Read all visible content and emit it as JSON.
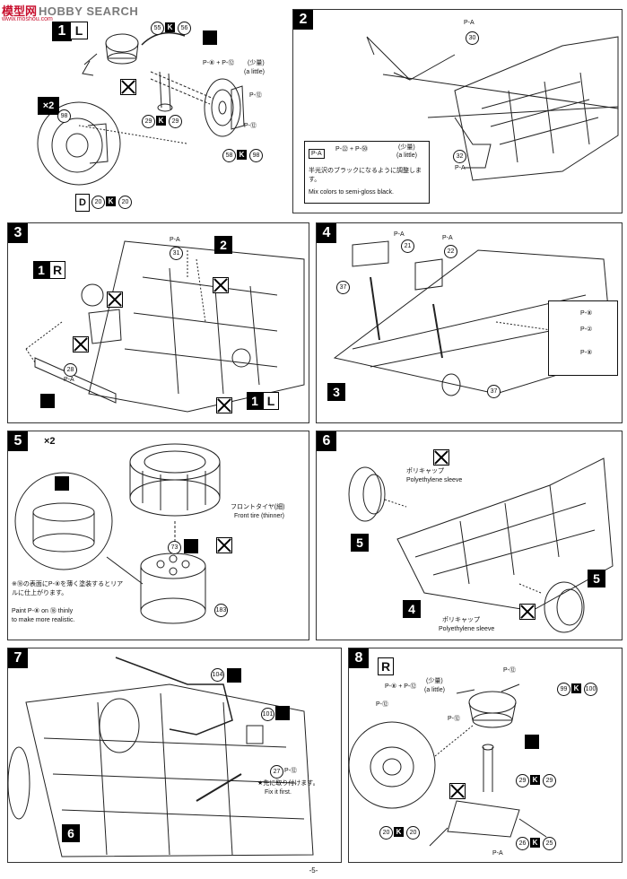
{
  "watermark": {
    "cn": "模型网",
    "en": "HOBBY SEARCH",
    "url": "www.moshou.com"
  },
  "page_number": "-5-",
  "steps": {
    "s1": {
      "num": "1",
      "side": "L",
      "x2": "×2",
      "d_label": "D",
      "parts": [
        "55",
        "56",
        "29",
        "29",
        "58",
        "98",
        "98",
        "20",
        "20"
      ],
      "paint_top": "P-⑧ + P-⑫",
      "little_jp": "(少量)",
      "little_en": "(a little)",
      "paint_a": "P-⑫",
      "paint_b": "P-⑫"
    },
    "s2": {
      "num": "2",
      "part_30": "30",
      "part_32": "32",
      "paint_a": "P-A",
      "paint_b": "P-A",
      "note_key": "P-A",
      "note_eq": "P-㉒ + P-㊿",
      "little_jp": "(少量)",
      "little_en": "(a little)",
      "note_jp": "半光沢のブラックになるように調整します。",
      "note_en": "Mix colors to semi-gloss black."
    },
    "s3": {
      "num": "3",
      "tag_1r": "1",
      "tag_r": "R",
      "tag_1l": "1",
      "tag_l": "L",
      "tag_2": "2",
      "part_31": "31",
      "part_28": "28",
      "paint_a": "P-A",
      "paint_b": "P-A"
    },
    "s4": {
      "num": "4",
      "tag_3": "3",
      "part_21": "21",
      "part_22": "22",
      "part_37a": "37",
      "part_37b": "37",
      "paint_a": "P-A",
      "paint_b": "P-A",
      "paint_c1": "P-⑧",
      "paint_c2": "P-②",
      "paint_c3": "P-⑧"
    },
    "s5": {
      "num": "5",
      "x2": "×2",
      "tire_jp": "フロントタイヤ(細)",
      "tire_en": "Front tire (thinner)",
      "part_73": "73",
      "part_183": "183",
      "paint_jp": "※⑱の表面にP-⑧を薄く塗装するとリアルに仕上がります。",
      "paint_en1": "Paint P-⑧ on ⑱ thinly",
      "paint_en2": "to make more realistic."
    },
    "s6": {
      "num": "6",
      "tag_5a": "5",
      "tag_5b": "5",
      "tag_4": "4",
      "poly_jp_a": "ポリキャップ",
      "poly_en_a": "Polyethylene sleeve",
      "poly_jp_b": "ポリキャップ",
      "poly_en_b": "Polyethylene sleeve"
    },
    "s7": {
      "num": "7",
      "tag_6": "6",
      "part_104": "104",
      "part_101": "101",
      "part_27": "27",
      "paint": "P-⑫",
      "fix_jp": "★先に取り付けます。",
      "fix_en": "Fix it first."
    },
    "s8": {
      "num": "8",
      "tag_r": "R",
      "paint_top": "P-⑧ + P-⑫",
      "little_jp": "(少量)",
      "little_en": "(a little)",
      "paint_a": "P-⑫",
      "paint_b": "P-⑫",
      "paint_c": "P-⑫",
      "parts": [
        "99",
        "100",
        "29",
        "29",
        "20",
        "20",
        "26",
        "25"
      ],
      "paint_d": "P-A"
    }
  }
}
